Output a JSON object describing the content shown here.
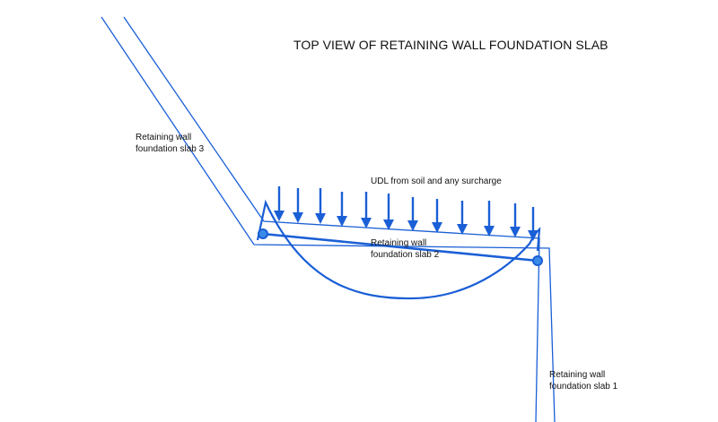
{
  "title": "TOP VIEW OF RETAINING WALL FOUNDATION SLAB",
  "labels": {
    "slab3_line1": "Retaining wall",
    "slab3_line2": "foundation slab 3",
    "slab2_line1": "Retaining wall",
    "slab2_line2": "foundation slab 2",
    "slab1_line1": "Retaining wall",
    "slab1_line2": "foundation slab 1",
    "udl": "UDL from soil and any surcharge"
  },
  "colors": {
    "line": "#1a5fd6",
    "pin_fill": "#3a8be8",
    "text": "#111111"
  }
}
